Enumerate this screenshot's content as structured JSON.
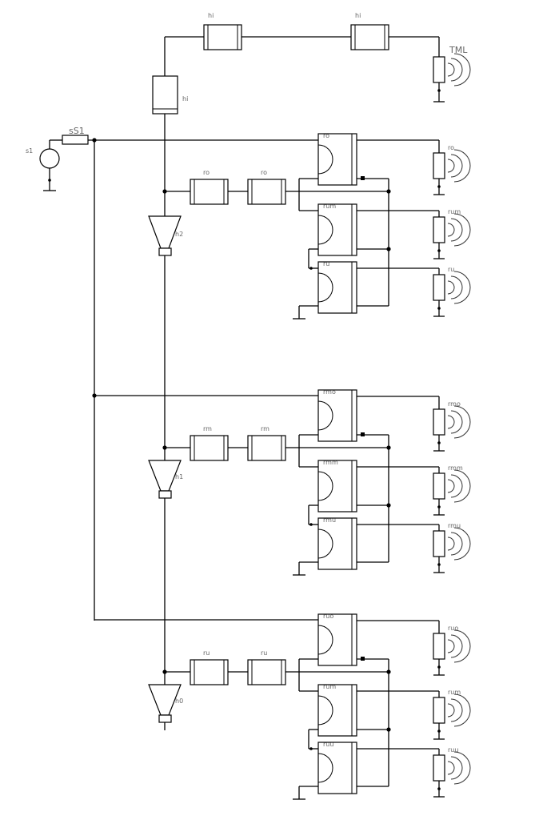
{
  "labels": {
    "source": "s1",
    "source_resistor": "sS1",
    "top_line_1": "hi",
    "top_line_2": "hi",
    "vertical_line": "hi",
    "output_top": "TML",
    "horn_2": "h2",
    "horn_1": "h1",
    "horn_0": "h0"
  },
  "sections": [
    {
      "id": "upper",
      "line_label_1": "ro",
      "line_label_2": "ro",
      "block_labels": [
        "ro",
        "rum",
        "ru"
      ],
      "output_labels": [
        "ro",
        "rum",
        "ru"
      ]
    },
    {
      "id": "middle",
      "line_label_1": "rm",
      "line_label_2": "rm",
      "block_labels": [
        "rmo",
        "rmm",
        "rmu"
      ],
      "output_labels": [
        "rmo",
        "rmm",
        "rmu"
      ]
    },
    {
      "id": "lower",
      "line_label_1": "ru",
      "line_label_2": "ru",
      "block_labels": [
        "ruo",
        "rum",
        "ruu"
      ],
      "output_labels": [
        "ruo",
        "rum",
        "ruu"
      ]
    }
  ]
}
